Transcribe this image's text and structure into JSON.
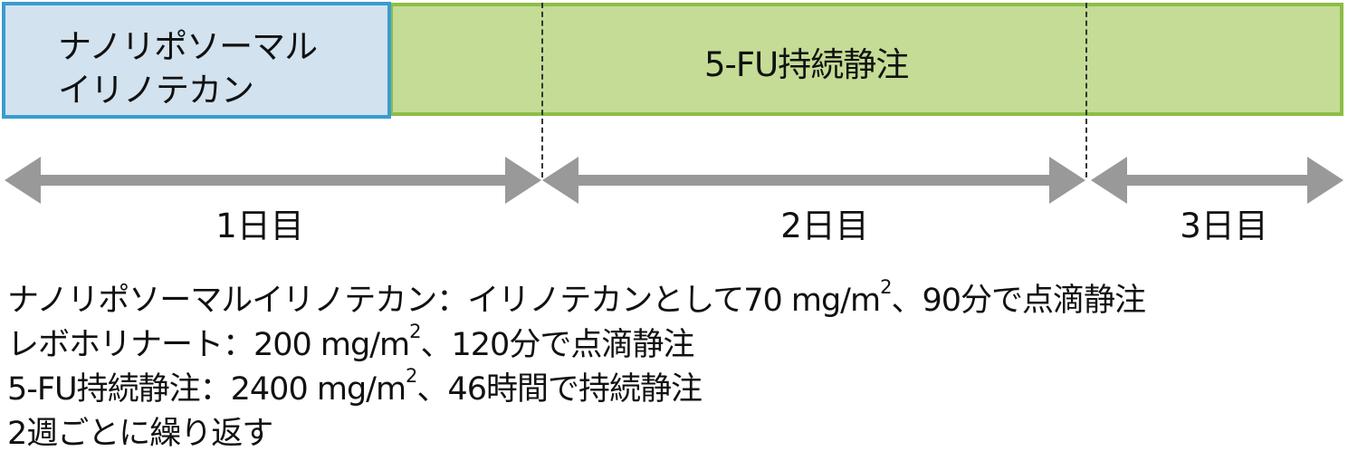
{
  "phases": {
    "nanoliposomal_line1": "ナノリポソーマル",
    "nanoliposomal_line2": "イリノテカン",
    "fu_infusion": "5-FU持続静注"
  },
  "days": [
    "1日目",
    "2日目",
    "3日目"
  ],
  "notes": {
    "line1_pre": "ナノリポソーマルイリノテカン：イリノテカンとして70 mg/m",
    "line1_post": "、90分で点滴静注",
    "line2_pre": "レボホリナート：200 mg/m",
    "line2_post": "、120分で点滴静注",
    "line3_pre": "5-FU持続静注：2400 mg/m",
    "line3_post": "、46時間で持続静注",
    "line4": "2週ごとに繰り返す",
    "superscript": "2"
  },
  "colors": {
    "nanoliposomal_fill": "#d2e2ee",
    "nanoliposomal_border": "#3a9ccf",
    "fu_fill": "#c4dc95",
    "fu_border": "#8dbd47",
    "arrow": "#999999"
  }
}
